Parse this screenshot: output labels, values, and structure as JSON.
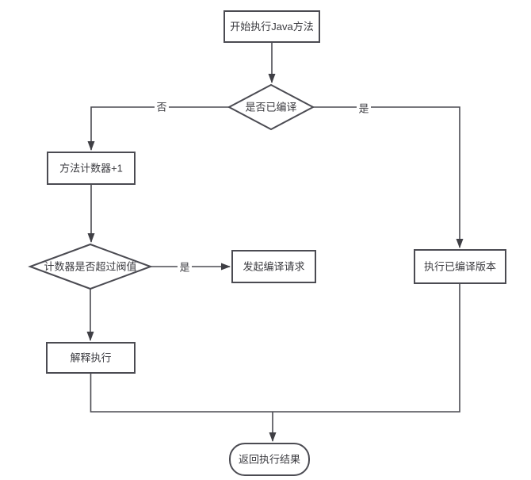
{
  "diagram": {
    "type": "flowchart",
    "colors": {
      "background": "#ffffff",
      "stroke": "#4b4b52",
      "arrowhead": "#3f3f45",
      "text": "#3a3a3f"
    },
    "nodes": {
      "start": {
        "shape": "process",
        "label": "开始执行Java方法"
      },
      "is_compiled": {
        "shape": "decision",
        "label": "是否已编译"
      },
      "method_counter": {
        "shape": "process",
        "label": "方法计数器+1"
      },
      "counter_threshold": {
        "shape": "decision",
        "label": "计数器是否超过阀值"
      },
      "compile_request": {
        "shape": "process",
        "label": "发起编译请求"
      },
      "interpret": {
        "shape": "process",
        "label": "解释执行"
      },
      "run_compiled": {
        "shape": "process",
        "label": "执行已编译版本"
      },
      "return_result": {
        "shape": "terminator",
        "label": "返回执行结果"
      }
    },
    "edge_labels": {
      "is_compiled_no": "否",
      "is_compiled_yes": "是",
      "threshold_yes": "是"
    }
  }
}
